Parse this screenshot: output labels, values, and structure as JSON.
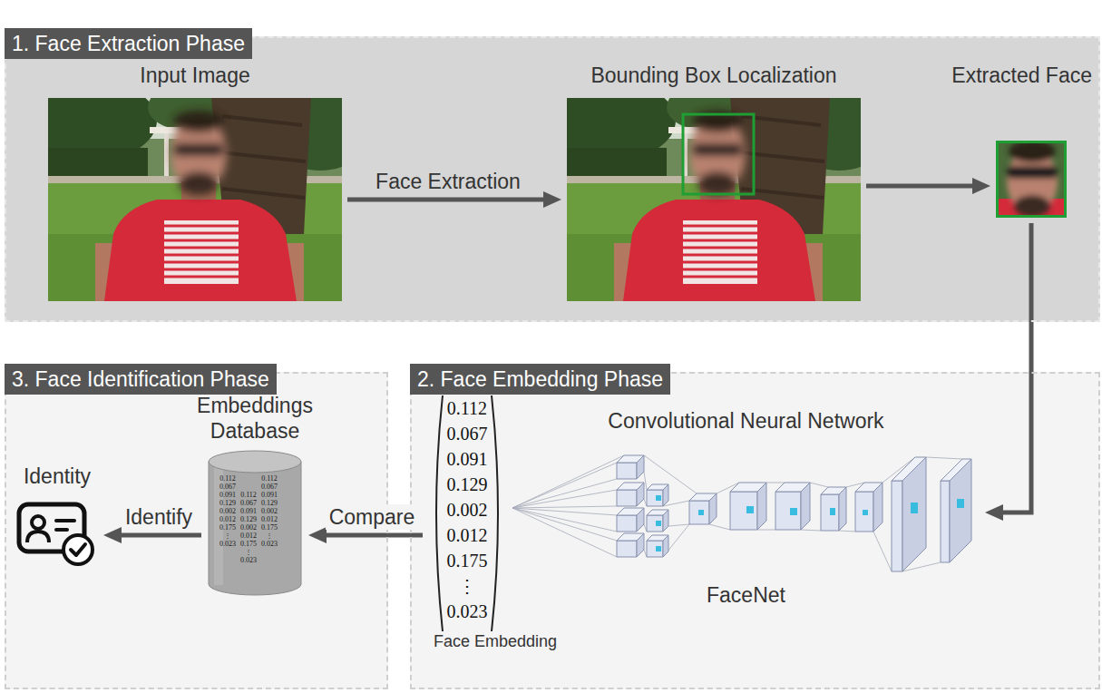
{
  "diagram": {
    "nodes": [
      {
        "text": [
          "1. Face Extraction Phase"
        ]
      },
      {
        "text": [
          "Input Image"
        ],
        "in": 0
      },
      {
        "text": [
          "Bounding Box Localization"
        ],
        "in": 0
      },
      {
        "text": [
          "Extracted Face"
        ],
        "in": 0
      },
      {
        "text": [
          "2. Face Embedding Phase"
        ]
      },
      {
        "text": [
          "Convolutional Neural Network",
          "FaceNet"
        ],
        "in": 4
      },
      {
        "text": [
          "0.112 0.067 0.091 0.129 0.002 0.012 0.175 ⋮ 0.023",
          "Face Embedding"
        ],
        "in": 4
      },
      {
        "text": [
          "3. Face Identification Phase"
        ]
      },
      {
        "text": [
          "Embeddings Database",
          "0.112 0.067 0.091 0.129 0.002 0.012 0.175 ⋮ 0.023",
          "0.112 0.067 0.091 0.129 0.002 0.012 0.175 ⋮ 0.023",
          "0.112 0.067 0.091 0.129 0.002 0.012 0.175 ⋮ 0.023"
        ],
        "in": 7
      },
      {
        "text": [
          "Identity"
        ],
        "in": 7
      }
    ],
    "edges": [
      {
        "from": 1,
        "to": 2,
        "arrow": "to",
        "label": "Face Extraction"
      },
      {
        "from": 2,
        "to": 3,
        "arrow": "to"
      },
      {
        "from": 3,
        "to": 5,
        "arrow": "to"
      },
      {
        "from": 6,
        "to": 8,
        "arrow": "to",
        "label": "Compare"
      },
      {
        "from": 8,
        "to": 9,
        "arrow": "to",
        "label": "Identify"
      }
    ]
  }
}
